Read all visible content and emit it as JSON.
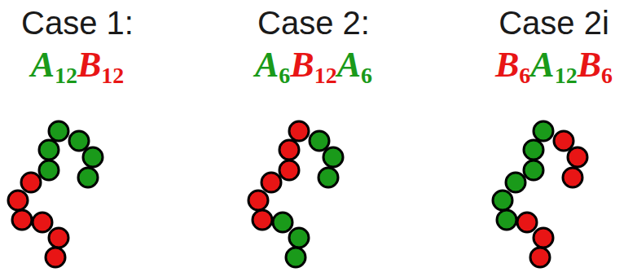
{
  "diagram": {
    "labels": [
      "Case 1:",
      "A",
      "12",
      "B",
      "12",
      "Case 2:",
      "A",
      "6",
      "B",
      "12",
      "A",
      "6",
      "Case 2i",
      "B",
      "6",
      "A",
      "12",
      "B",
      "6"
    ]
  }
}
